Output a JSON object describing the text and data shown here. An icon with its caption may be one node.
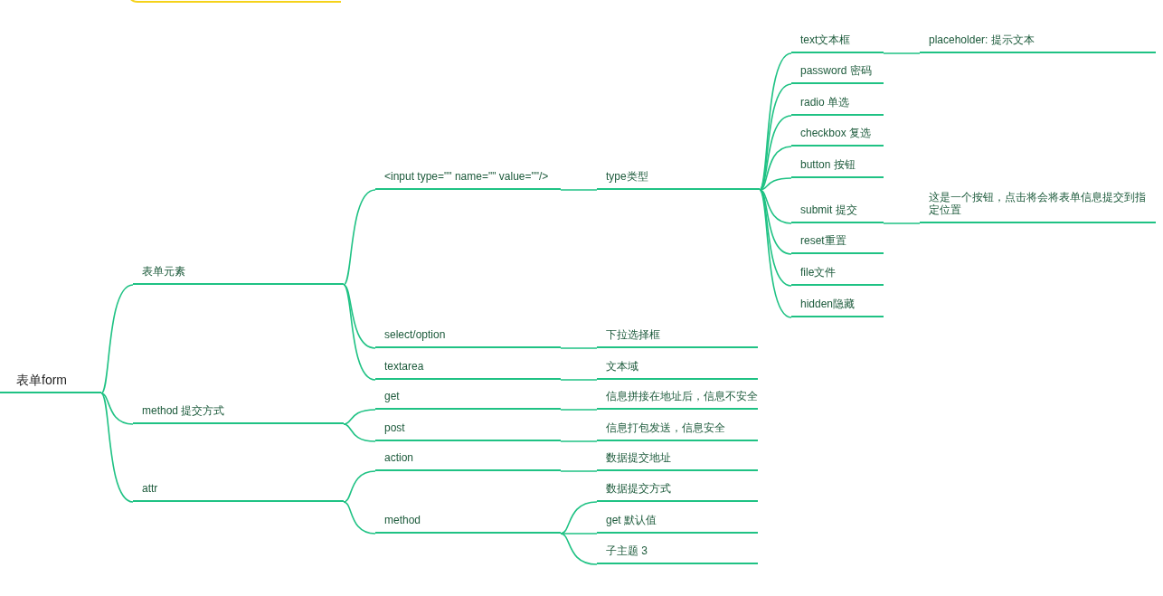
{
  "diagram": {
    "nodes": [
      {
        "text": [
          "表单form"
        ]
      },
      {
        "text": [
          "表单元素"
        ]
      },
      {
        "text": [
          "<input type=\"\" name=\"\" value=\"\"/>"
        ]
      },
      {
        "text": [
          "type类型"
        ]
      },
      {
        "text": [
          "text文本框"
        ]
      },
      {
        "text": [
          "placeholder: 提示文本"
        ]
      },
      {
        "text": [
          "password 密码"
        ]
      },
      {
        "text": [
          "radio 单选"
        ]
      },
      {
        "text": [
          "checkbox 复选"
        ]
      },
      {
        "text": [
          "button 按钮"
        ]
      },
      {
        "text": [
          "submit 提交"
        ]
      },
      {
        "text": [
          "这是一个按钮，点击将会将表单信息提交到指定位置"
        ]
      },
      {
        "text": [
          "reset重置"
        ]
      },
      {
        "text": [
          "file文件"
        ]
      },
      {
        "text": [
          "hidden隐藏"
        ]
      },
      {
        "text": [
          "select/option"
        ]
      },
      {
        "text": [
          "下拉选择框"
        ]
      },
      {
        "text": [
          "textarea"
        ]
      },
      {
        "text": [
          "文本域"
        ]
      },
      {
        "text": [
          "method 提交方式"
        ]
      },
      {
        "text": [
          "get"
        ]
      },
      {
        "text": [
          "信息拼接在地址后，信息不安全"
        ]
      },
      {
        "text": [
          "post"
        ]
      },
      {
        "text": [
          "信息打包发送，信息安全"
        ]
      },
      {
        "text": [
          "attr"
        ]
      },
      {
        "text": [
          "action"
        ]
      },
      {
        "text": [
          "数据提交地址"
        ]
      },
      {
        "text": [
          "method"
        ]
      },
      {
        "text": [
          "数据提交方式"
        ]
      },
      {
        "text": [
          "get 默认值"
        ]
      },
      {
        "text": [
          "子主题 3"
        ]
      }
    ],
    "edges": [
      {
        "from": 0,
        "to": 1,
        "arrow": "none"
      },
      {
        "from": 0,
        "to": 19,
        "arrow": "none"
      },
      {
        "from": 0,
        "to": 24,
        "arrow": "none"
      },
      {
        "from": 1,
        "to": 2,
        "arrow": "none"
      },
      {
        "from": 1,
        "to": 15,
        "arrow": "none"
      },
      {
        "from": 1,
        "to": 17,
        "arrow": "none"
      },
      {
        "from": 2,
        "to": 3,
        "arrow": "none"
      },
      {
        "from": 3,
        "to": 4,
        "arrow": "none"
      },
      {
        "from": 3,
        "to": 6,
        "arrow": "none"
      },
      {
        "from": 3,
        "to": 7,
        "arrow": "none"
      },
      {
        "from": 3,
        "to": 8,
        "arrow": "none"
      },
      {
        "from": 3,
        "to": 9,
        "arrow": "none"
      },
      {
        "from": 3,
        "to": 10,
        "arrow": "none"
      },
      {
        "from": 3,
        "to": 12,
        "arrow": "none"
      },
      {
        "from": 3,
        "to": 13,
        "arrow": "none"
      },
      {
        "from": 3,
        "to": 14,
        "arrow": "none"
      },
      {
        "from": 4,
        "to": 5,
        "arrow": "none"
      },
      {
        "from": 10,
        "to": 11,
        "arrow": "none"
      },
      {
        "from": 15,
        "to": 16,
        "arrow": "none"
      },
      {
        "from": 17,
        "to": 18,
        "arrow": "none"
      },
      {
        "from": 19,
        "to": 20,
        "arrow": "none"
      },
      {
        "from": 19,
        "to": 22,
        "arrow": "none"
      },
      {
        "from": 20,
        "to": 21,
        "arrow": "none"
      },
      {
        "from": 22,
        "to": 23,
        "arrow": "none"
      },
      {
        "from": 24,
        "to": 25,
        "arrow": "none"
      },
      {
        "from": 24,
        "to": 27,
        "arrow": "none"
      },
      {
        "from": 25,
        "to": 26,
        "arrow": "none"
      },
      {
        "from": 27,
        "to": 28,
        "arrow": "none"
      },
      {
        "from": 27,
        "to": 29,
        "arrow": "none"
      },
      {
        "from": 27,
        "to": 30,
        "arrow": "none"
      }
    ]
  }
}
